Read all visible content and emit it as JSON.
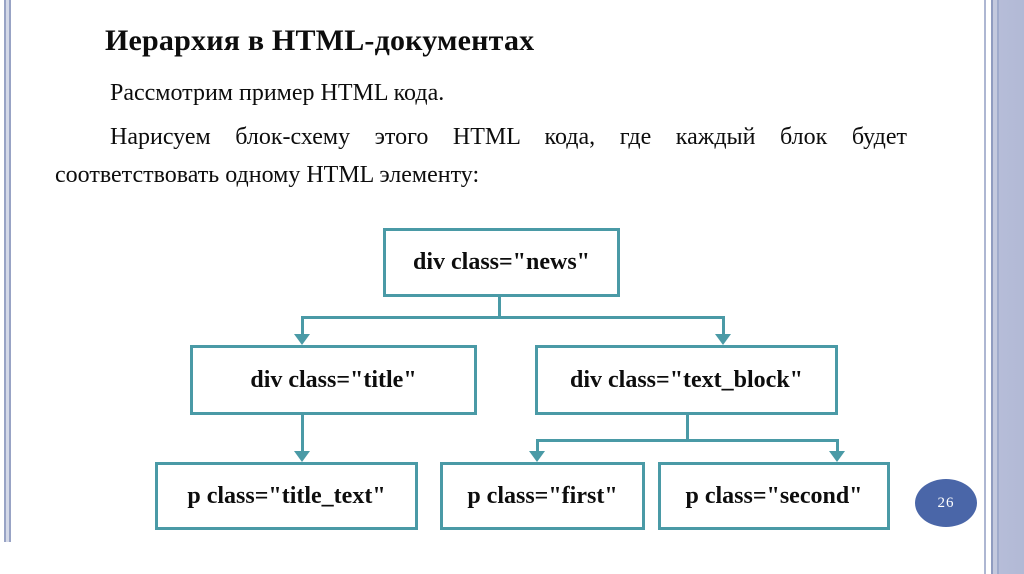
{
  "slide": {
    "title": "Иерархия в HTML-документах",
    "paragraph1": "Рассмотрим пример HTML кода.",
    "paragraph2": "Нарисуем блок-схему этого HTML кода, где каждый блок будет соответствовать одному HTML элементу:",
    "page_number": "26"
  },
  "colors": {
    "box_border": "#4a9aa6",
    "connector": "#4a9aa6",
    "page_badge": "#4a66a8",
    "side_stripe": "#b2b9d6",
    "text": "#0d0d0d",
    "background": "#ffffff"
  },
  "diagram": {
    "type": "tree",
    "nodes": [
      {
        "id": "news",
        "label": "div class=\"news\""
      },
      {
        "id": "title",
        "label": "div class=\"title\""
      },
      {
        "id": "text_block",
        "label": "div class=\"text_block\""
      },
      {
        "id": "title_text",
        "label": "p class=\"title_text\""
      },
      {
        "id": "first",
        "label": "p class=\"first\""
      },
      {
        "id": "second",
        "label": "p class=\"second\""
      }
    ],
    "edges": [
      {
        "from": "news",
        "to": "title"
      },
      {
        "from": "news",
        "to": "text_block"
      },
      {
        "from": "title",
        "to": "title_text"
      },
      {
        "from": "text_block",
        "to": "first"
      },
      {
        "from": "text_block",
        "to": "second"
      }
    ]
  }
}
